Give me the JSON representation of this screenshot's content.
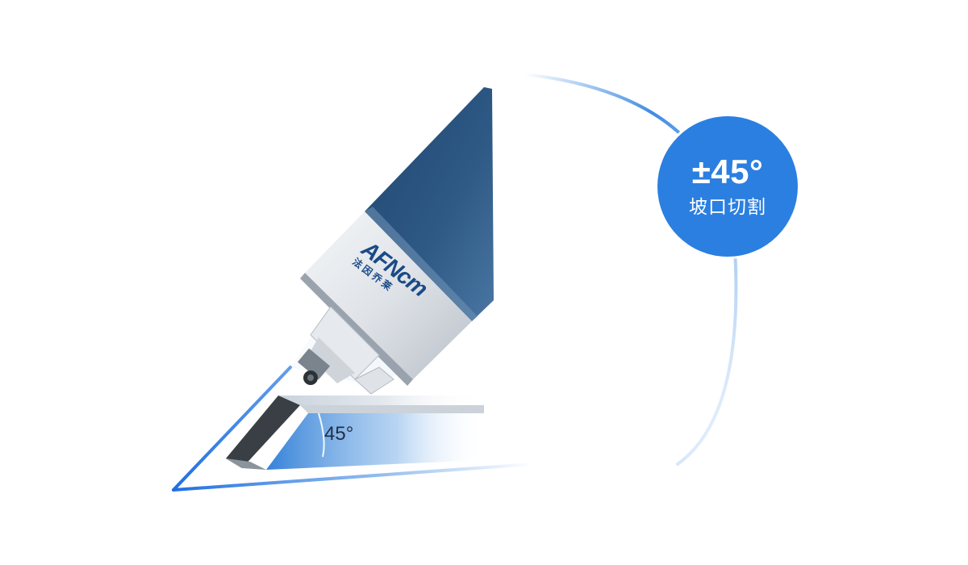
{
  "badge": {
    "angle": "±45°",
    "caption": "坡口切割",
    "color": "#2b7fe0"
  },
  "bevel": {
    "angle_label": "45°"
  },
  "head": {
    "body_color": "#2f5a86",
    "logo": {
      "mark": "AFNcm",
      "chinese": "法因乔莱"
    }
  },
  "accent": {
    "outline_color": "#1f6fe0"
  }
}
